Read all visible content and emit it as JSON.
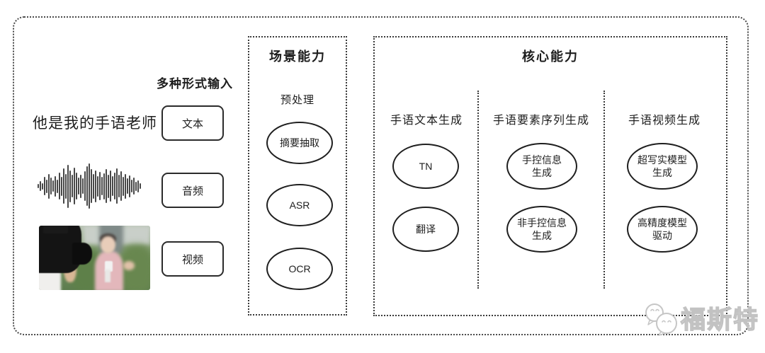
{
  "input_section": {
    "heading": "多种形式输入",
    "sample_text": "他是我的手语老师",
    "buttons": [
      {
        "label": "文本"
      },
      {
        "label": "音频"
      },
      {
        "label": "视频"
      }
    ]
  },
  "scene_box": {
    "title": "场景能力",
    "subtitle": "预处理",
    "nodes": [
      {
        "label": "摘要抽取"
      },
      {
        "label": "ASR"
      },
      {
        "label": "OCR"
      }
    ]
  },
  "core_box": {
    "title": "核心能力",
    "columns": [
      {
        "header": "手语文本生成",
        "nodes": [
          {
            "label": "TN"
          },
          {
            "label": "翻译"
          }
        ]
      },
      {
        "header": "手语要素序列生成",
        "nodes": [
          {
            "label": "手控信息\n生成"
          },
          {
            "label": "非手控信息\n生成"
          }
        ]
      },
      {
        "header": "手语视频生成",
        "nodes": [
          {
            "label": "超写实模型\n生成"
          },
          {
            "label": "高精度模型\n驱动"
          }
        ]
      }
    ]
  },
  "watermark": {
    "brand": "福斯特"
  },
  "colors": {
    "line": "#3a3a3a",
    "text": "#1d1d1d",
    "watermark_gray": "#c2c2c2"
  }
}
